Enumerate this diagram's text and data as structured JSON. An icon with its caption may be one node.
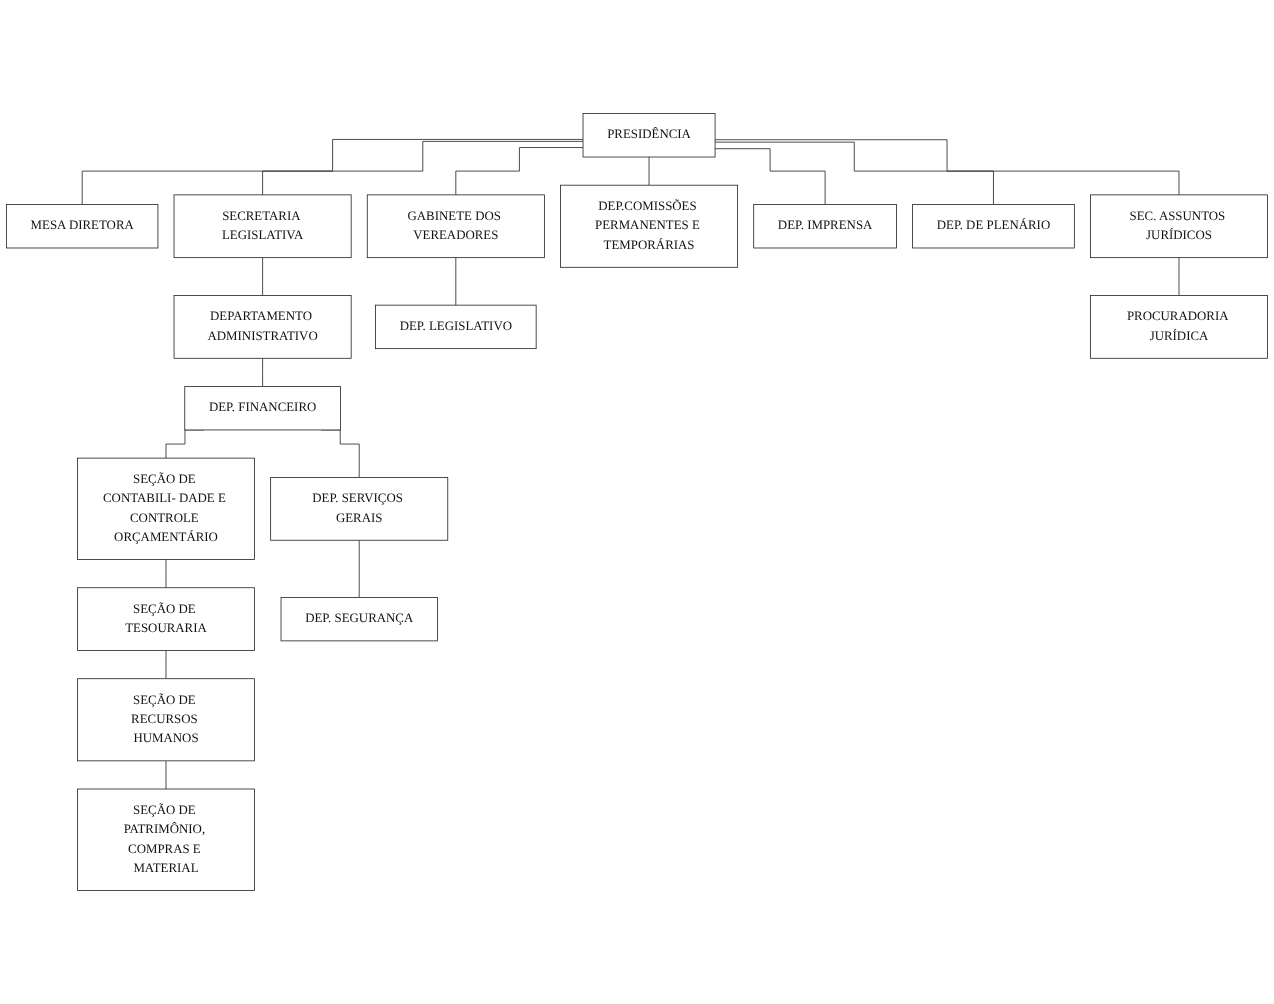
{
  "diagram": {
    "nodes": [
      {
        "text": [
          "PRESIDÊNCIA"
        ]
      },
      {
        "text": [
          "MESA DIRETORA"
        ]
      },
      {
        "text": [
          "SECRETARIA LEGISLATIVA"
        ]
      },
      {
        "text": [
          "GABINETE DOS VEREADORES"
        ]
      },
      {
        "text": [
          "DEP.COMISSÕES PERMANENTES E TEMPORÁRIAS"
        ]
      },
      {
        "text": [
          "DEPARTAMENTO ADMINISTRATIVO"
        ]
      },
      {
        "text": [
          "DEP. IMPRENSA"
        ]
      },
      {
        "text": [
          "DEP. LEGISLATIVO"
        ]
      },
      {
        "text": [
          "SEÇÃO DE CONTABILI- DADE E CONTROLE ORÇAMENTÁRIO"
        ]
      },
      {
        "text": [
          "DEP. FINANCEIRO"
        ]
      },
      {
        "text": [
          "DEP. DE PLENÁRIO"
        ]
      },
      {
        "text": [
          "SEÇÃO DE TESOURARIA"
        ]
      },
      {
        "text": [
          "DEP. SERVIÇOS GERAIS"
        ]
      },
      {
        "text": [
          "SEC. ASSUNTOS JURÍDICOS"
        ]
      },
      {
        "text": [
          "SEÇÃO DE RECURSOS HUMANOS"
        ]
      },
      {
        "text": [
          "DEP. SEGURANÇA"
        ]
      },
      {
        "text": [
          "PROCURADORIA JURÍDICA"
        ]
      },
      {
        "text": [
          "SEÇÃO DE PATRIMÔNIO, COMPRAS E MATERIAL"
        ]
      }
    ],
    "edges": [
      {
        "from": 0,
        "to": 1,
        "arrow": "none"
      },
      {
        "from": 0,
        "to": 2,
        "arrow": "none"
      },
      {
        "from": 0,
        "to": 3,
        "arrow": "none"
      },
      {
        "from": 0,
        "to": 4,
        "arrow": "none"
      },
      {
        "from": 0,
        "to": 6,
        "arrow": "none"
      },
      {
        "from": 0,
        "to": 10,
        "arrow": "none"
      },
      {
        "from": 0,
        "to": 13,
        "arrow": "none"
      },
      {
        "from": 2,
        "to": 5,
        "arrow": "none"
      },
      {
        "from": 3,
        "to": 7,
        "arrow": "none"
      },
      {
        "from": 5,
        "to": 9,
        "arrow": "none"
      },
      {
        "from": 9,
        "to": 8,
        "arrow": "none"
      },
      {
        "from": 8,
        "to": 11,
        "arrow": "none"
      },
      {
        "from": 11,
        "to": 14,
        "arrow": "none"
      },
      {
        "from": 14,
        "to": 17,
        "arrow": "none"
      },
      {
        "from": 9,
        "to": 12,
        "arrow": "none"
      },
      {
        "from": 12,
        "to": 15,
        "arrow": "none"
      },
      {
        "from": 13,
        "to": 16,
        "arrow": "none"
      }
    ]
  }
}
